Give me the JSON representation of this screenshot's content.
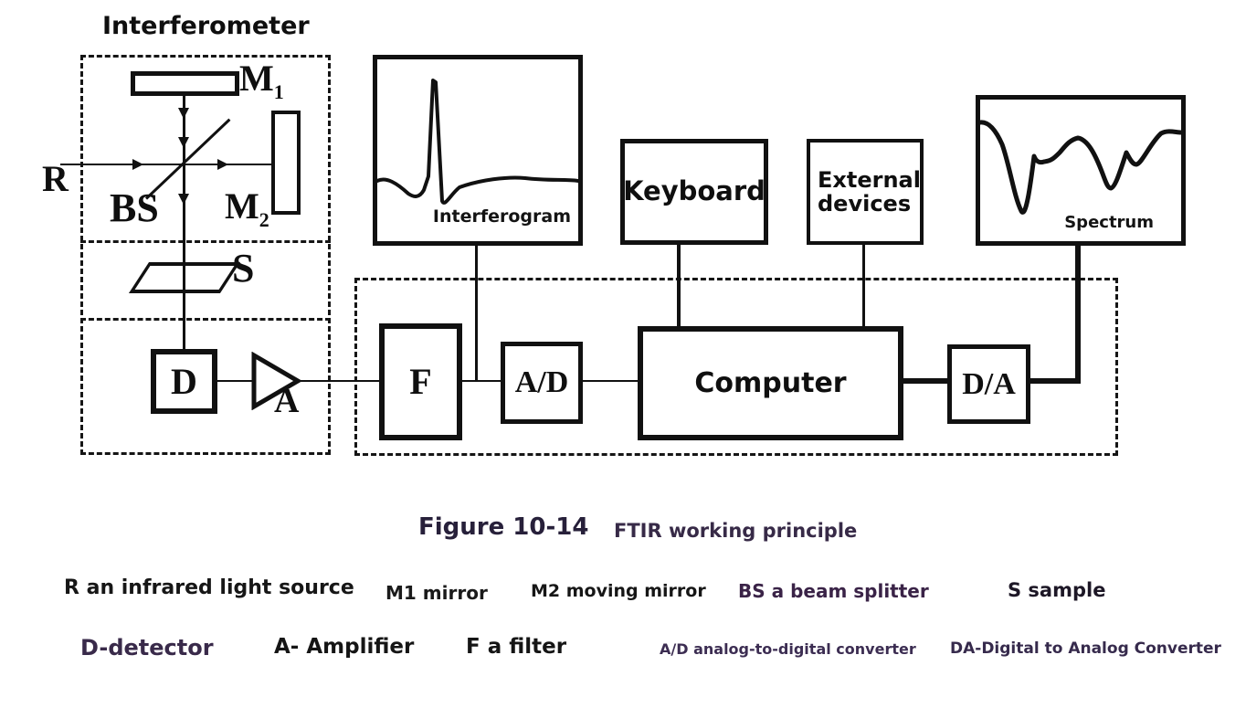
{
  "title": "Interferometer",
  "blocks": {
    "r": "R",
    "bs": "BS",
    "m1": {
      "base": "M",
      "sub": "1"
    },
    "m2": {
      "base": "M",
      "sub": "2"
    },
    "s": "S",
    "d": "D",
    "a": "A",
    "f": "F",
    "adc": "A/D",
    "computer": "Computer",
    "dac": "D/A",
    "keyboard": "Keyboard",
    "external_devices": "External devices"
  },
  "plots": {
    "interferogram": {
      "label": "Interferogram",
      "curve": "centerburst-spike"
    },
    "spectrum": {
      "label": "Spectrum",
      "curve": "absorption-dips"
    }
  },
  "caption": {
    "figure": "Figure 10-14",
    "title": "FTIR working principle"
  },
  "legend": {
    "row1": [
      {
        "text": "R an infrared light source",
        "color": "#161616"
      },
      {
        "text": "M1 mirror",
        "color": "#1a1a1a"
      },
      {
        "text": "M2 moving mirror",
        "color": "#161616"
      },
      {
        "text": "BS a beam splitter",
        "color": "#3a2347"
      },
      {
        "text": "S sample",
        "color": "#1d1726"
      }
    ],
    "row2": [
      {
        "text": "D-detector",
        "color": "#392a4a"
      },
      {
        "text": "A- Amplifier",
        "color": "#151515"
      },
      {
        "text": "F a filter",
        "color": "#151515"
      },
      {
        "text": "A/D analog-to-digital converter",
        "color": "#3c2d52"
      },
      {
        "text": "DA-Digital to Analog Converter",
        "color": "#362a4c"
      }
    ]
  },
  "colors": {
    "ink": "#111111",
    "figure_caption": "#27203a",
    "subtitle": "#372a47"
  }
}
